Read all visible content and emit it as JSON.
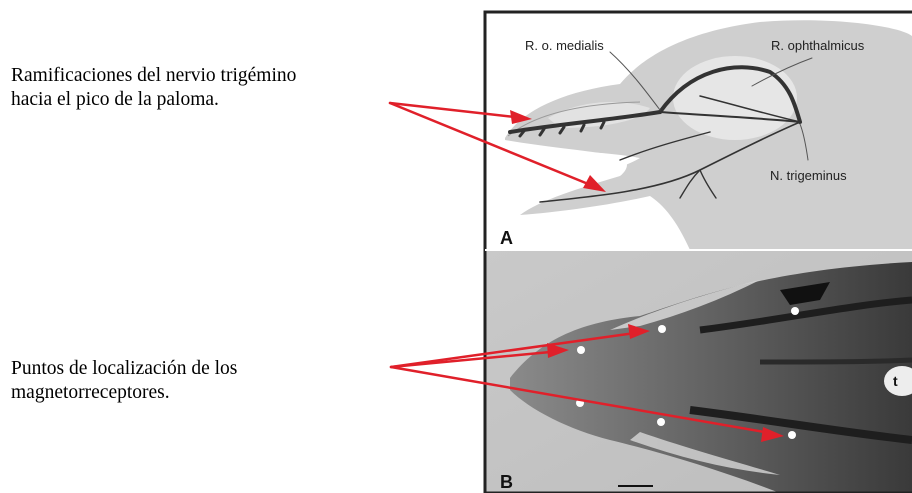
{
  "annotations": {
    "nerve_text": [
      "Ramificaciones del nervio trigémino",
      "hacia el pico de la paloma."
    ],
    "receptor_text": [
      "Puntos de localización de los",
      "magnetorreceptores."
    ]
  },
  "panel_a": {
    "letter": "A",
    "labels": {
      "medialis": "R. o. medialis",
      "ophthalmicus": "R. ophthalmicus",
      "trigeminus": "N. trigeminus"
    }
  },
  "panel_b": {
    "letter": "B",
    "marker": "t"
  },
  "colors": {
    "arrow": "#e0202a",
    "head_fill": "#cfcfcf",
    "nerve": "#333333",
    "frame": "#222222"
  }
}
